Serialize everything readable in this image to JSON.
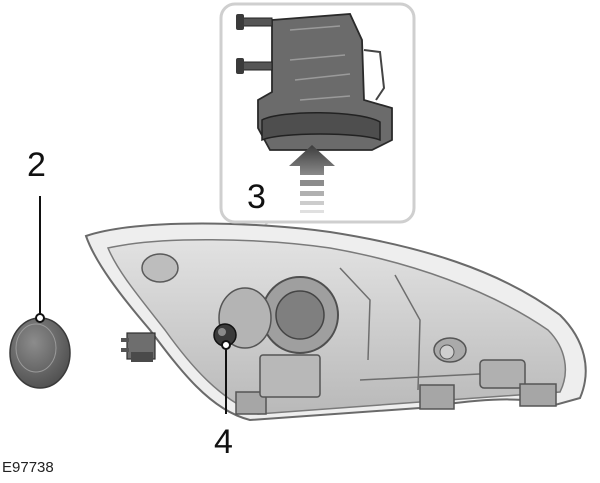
{
  "callouts": {
    "item_2": "2",
    "item_3": "3",
    "item_4": "4"
  },
  "figure_ref": "E97738",
  "colors": {
    "housing_light": "#dcdcdc",
    "housing_mid": "#a8a8a8",
    "housing_dark": "#5a5a5a",
    "inset_border": "#cfcfcf",
    "leader": "#111111"
  }
}
